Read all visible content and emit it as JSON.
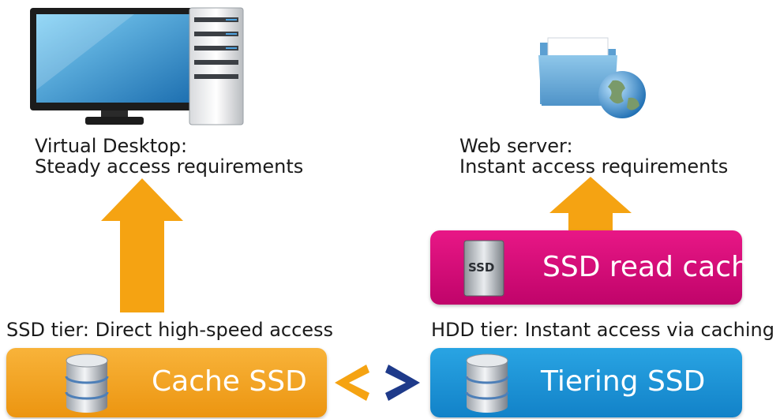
{
  "virtual_desktop": {
    "caption_line1": "Virtual Desktop:",
    "caption_line2": "Steady access requirements",
    "icon": "desktop-computer-icon"
  },
  "web_server": {
    "caption_line1": "Web server:",
    "caption_line2": "Instant access requirements",
    "icon": "globe-folder-icon"
  },
  "ssd_read_cache": {
    "label": "SSD read cache",
    "badge": "SSD",
    "color": "#d80e7a"
  },
  "ssd_tier": {
    "caption": "SSD tier: Direct high-speed access"
  },
  "hdd_tier": {
    "caption": "HDD tier: Instant access via caching"
  },
  "cache_ssd": {
    "label": "Cache SSD",
    "icon": "database-icon",
    "color": "#f2a024"
  },
  "tiering_ssd": {
    "label": "Tiering SSD",
    "icon": "database-icon",
    "color": "#1a8fd6"
  },
  "colors": {
    "arrow": "#f5a312",
    "left_chevron": "#f5a312",
    "right_chevron": "#1e3a8a"
  }
}
